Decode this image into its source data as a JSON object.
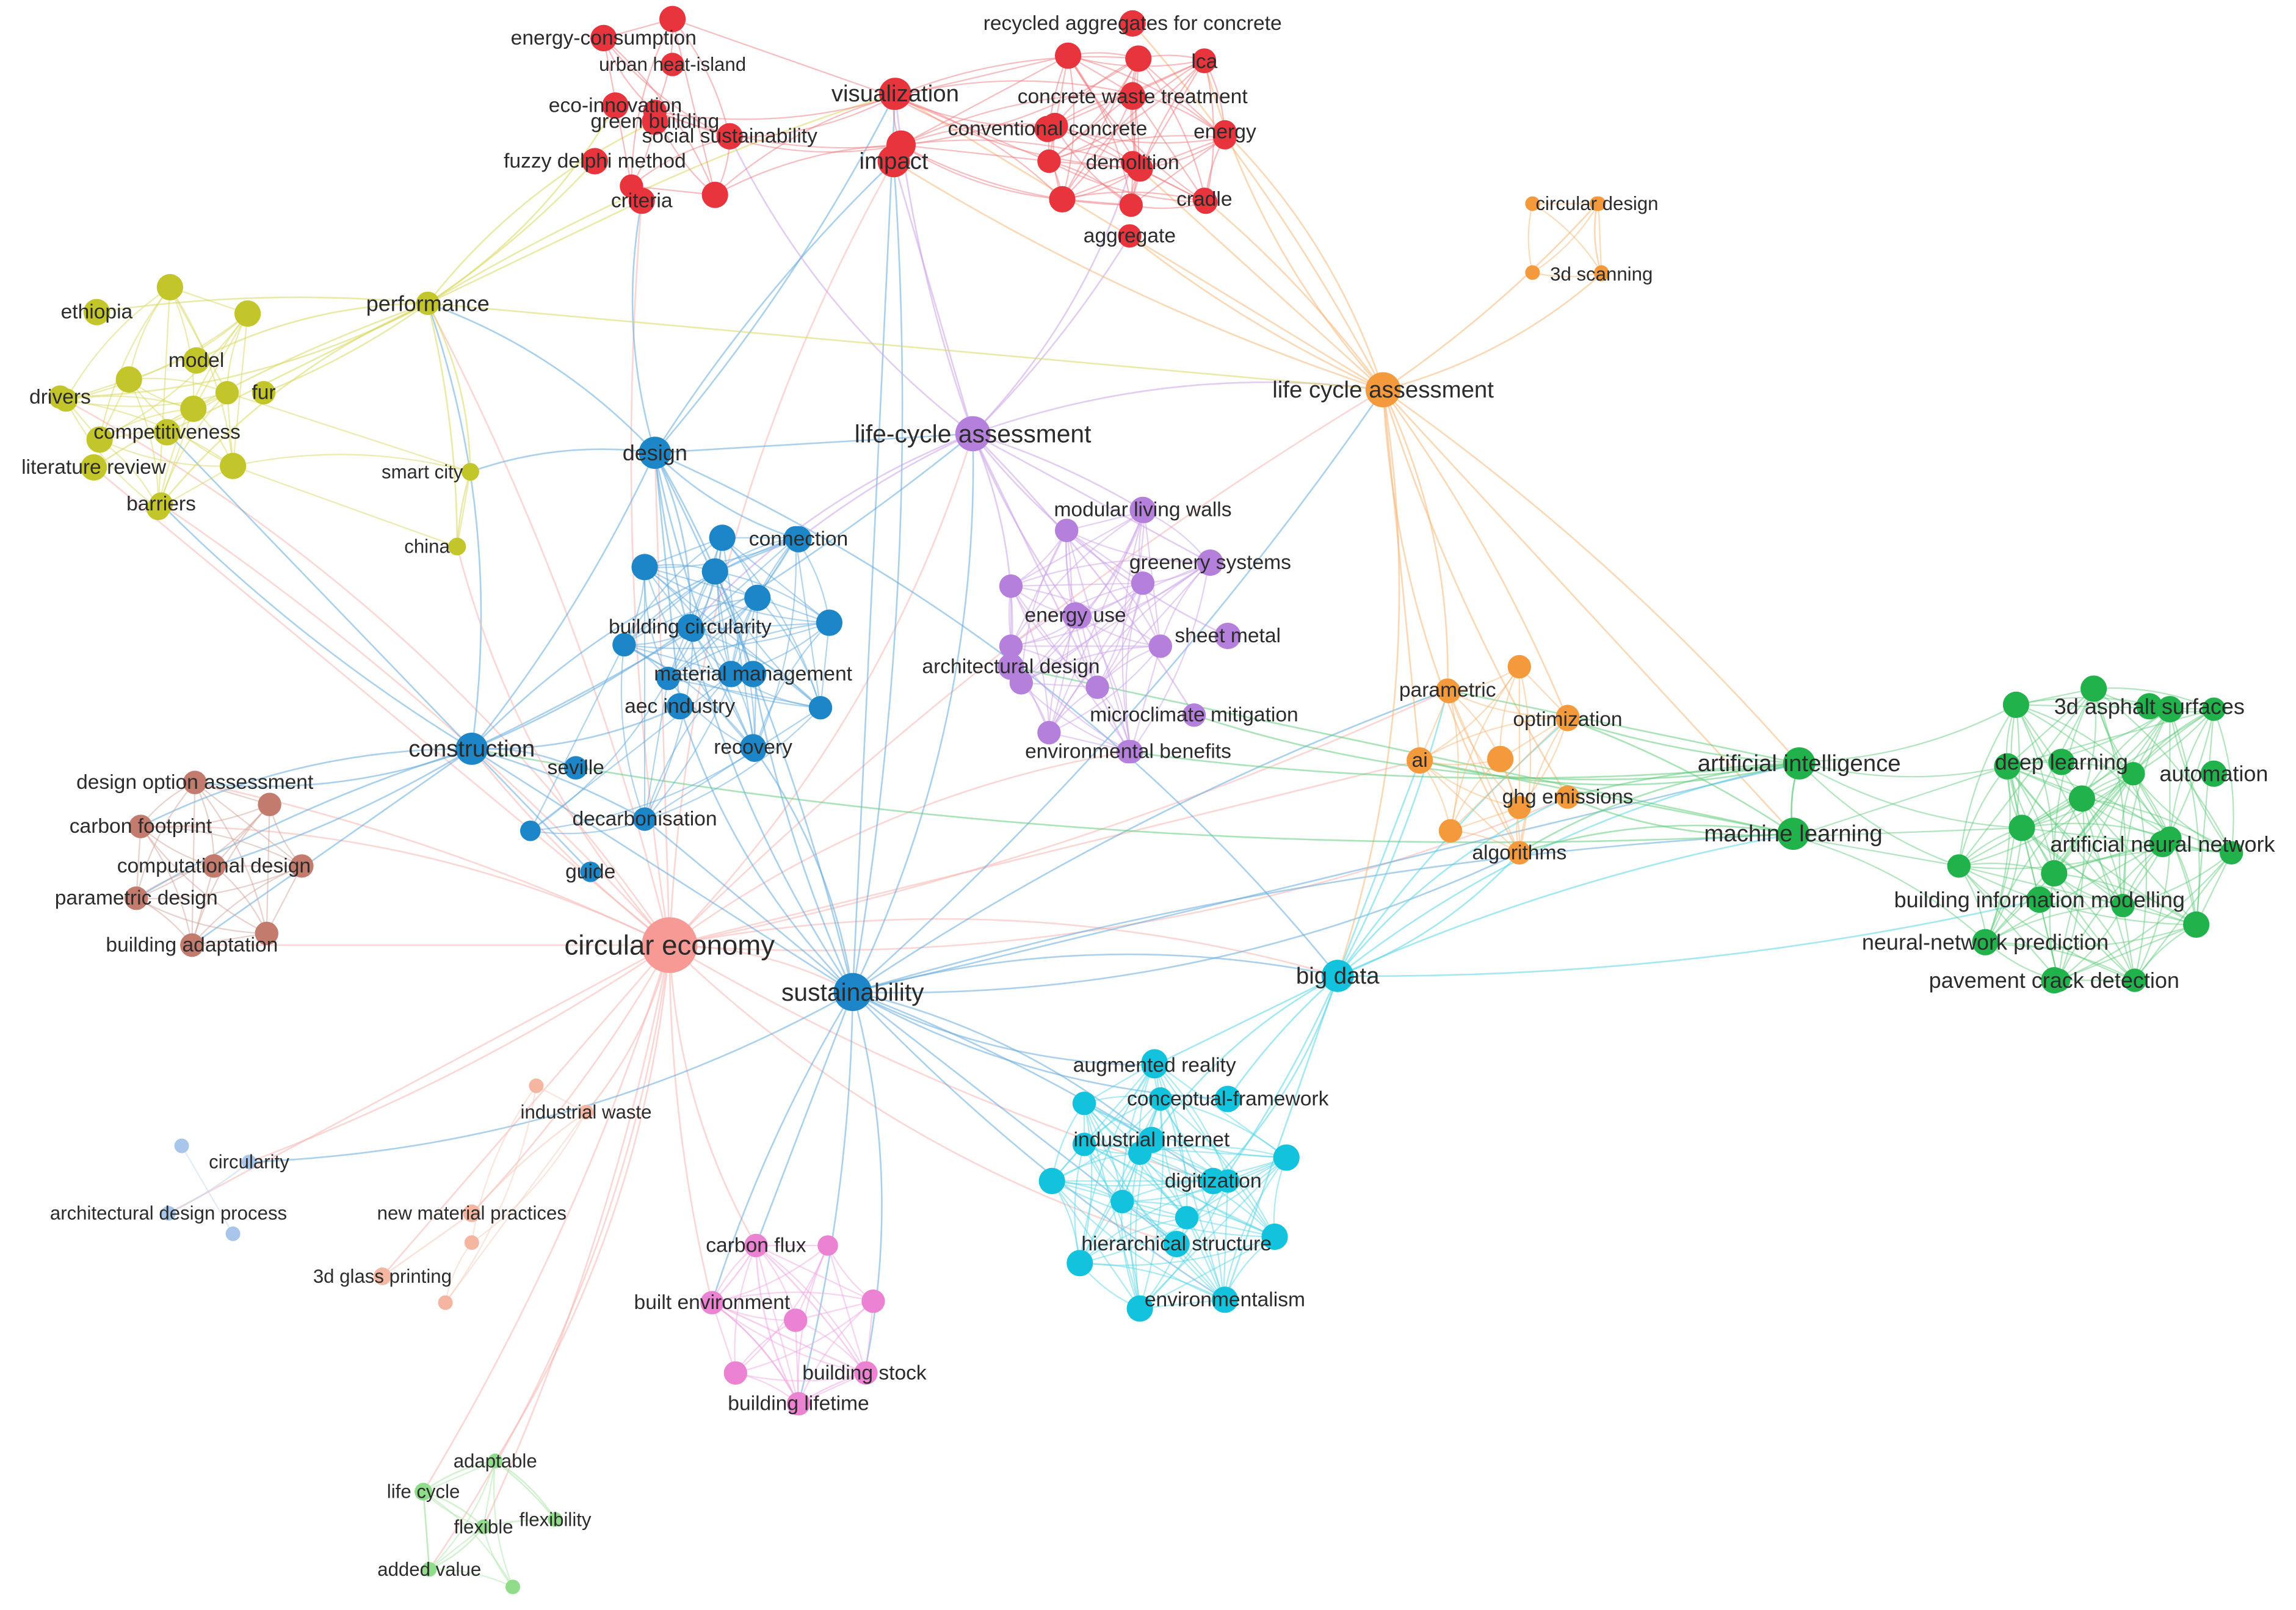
{
  "clusters": {
    "red": {
      "color": "#e8343d",
      "edge_color": "#f07a7f"
    },
    "yellow": {
      "color": "#c3c62a",
      "edge_color": "#d8d860"
    },
    "blue": {
      "color": "#1c86c8",
      "edge_color": "#62a9dd"
    },
    "purple": {
      "color": "#b57fdc",
      "edge_color": "#cba2e8"
    },
    "orange": {
      "color": "#f59a3c",
      "edge_color": "#f7b777"
    },
    "green": {
      "color": "#22b24c",
      "edge_color": "#62cc7e"
    },
    "cyan": {
      "color": "#13c3dd",
      "edge_color": "#58d6e6"
    },
    "brown": {
      "color": "#c27b6d",
      "edge_color": "#d2a399"
    },
    "salmon": {
      "color": "#f79994",
      "edge_color": "#f8b4b0"
    },
    "pink": {
      "color": "#ec82d2",
      "edge_color": "#f0a8e0"
    },
    "lightblue": {
      "color": "#a8c6ea",
      "edge_color": "#c3d7f0"
    },
    "lightgreen": {
      "color": "#8fdc8b",
      "edge_color": "#aee6aa"
    },
    "peach": {
      "color": "#f4b6a0",
      "edge_color": "#f6cbbb"
    }
  },
  "nodes": [
    {
      "id": "energy-consumption",
      "label": "energy-consumption",
      "cluster": "red"
    },
    {
      "id": "urban-heat-island",
      "label": "urban heat-island",
      "cluster": "red"
    },
    {
      "id": "eco-innovation",
      "label": "eco-innovation",
      "cluster": "red"
    },
    {
      "id": "green-building",
      "label": "green building",
      "cluster": "red"
    },
    {
      "id": "social-sustainability",
      "label": "social sustainability",
      "cluster": "red"
    },
    {
      "id": "fuzzy-delphi-method",
      "label": "fuzzy delphi method",
      "cluster": "red"
    },
    {
      "id": "criteria",
      "label": "criteria",
      "cluster": "red"
    },
    {
      "id": "visualization",
      "label": "visualization",
      "cluster": "red"
    },
    {
      "id": "impact",
      "label": "impact",
      "cluster": "red"
    },
    {
      "id": "recycled-aggregates",
      "label": "recycled aggregates for concrete",
      "cluster": "red"
    },
    {
      "id": "lca",
      "label": "lca",
      "cluster": "red"
    },
    {
      "id": "concrete-waste-treatment",
      "label": "concrete waste treatment",
      "cluster": "red"
    },
    {
      "id": "conventional-concrete",
      "label": "conventional concrete",
      "cluster": "red"
    },
    {
      "id": "energy",
      "label": "energy",
      "cluster": "red"
    },
    {
      "id": "demolition",
      "label": "demolition",
      "cluster": "red"
    },
    {
      "id": "cradle",
      "label": "cradle",
      "cluster": "red"
    },
    {
      "id": "aggregate",
      "label": "aggregate",
      "cluster": "red"
    },
    {
      "id": "performance",
      "label": "performance",
      "cluster": "yellow"
    },
    {
      "id": "ethiopia",
      "label": "ethiopia",
      "cluster": "yellow"
    },
    {
      "id": "model",
      "label": "model",
      "cluster": "yellow"
    },
    {
      "id": "drivers",
      "label": "drivers",
      "cluster": "yellow"
    },
    {
      "id": "fur",
      "label": "fur",
      "cluster": "yellow"
    },
    {
      "id": "competitiveness",
      "label": "competitiveness",
      "cluster": "yellow"
    },
    {
      "id": "literature-review",
      "label": "literature review",
      "cluster": "yellow"
    },
    {
      "id": "barriers",
      "label": "barriers",
      "cluster": "yellow"
    },
    {
      "id": "smart-city",
      "label": "smart city",
      "cluster": "yellow"
    },
    {
      "id": "china",
      "label": "china",
      "cluster": "yellow"
    },
    {
      "id": "design",
      "label": "design",
      "cluster": "blue"
    },
    {
      "id": "connection",
      "label": "connection",
      "cluster": "blue"
    },
    {
      "id": "building-circularity",
      "label": "building circularity",
      "cluster": "blue"
    },
    {
      "id": "material-management",
      "label": "material management",
      "cluster": "blue"
    },
    {
      "id": "aec-industry",
      "label": "aec industry",
      "cluster": "blue"
    },
    {
      "id": "recovery",
      "label": "recovery",
      "cluster": "blue"
    },
    {
      "id": "construction",
      "label": "construction",
      "cluster": "blue"
    },
    {
      "id": "seville",
      "label": "seville",
      "cluster": "blue"
    },
    {
      "id": "decarbonisation",
      "label": "decarbonisation",
      "cluster": "blue"
    },
    {
      "id": "guide",
      "label": "guide",
      "cluster": "blue"
    },
    {
      "id": "sustainability",
      "label": "sustainability",
      "cluster": "blue"
    },
    {
      "id": "life-cycle-assessment-purple",
      "label": "life-cycle assessment",
      "cluster": "purple"
    },
    {
      "id": "modular-living-walls",
      "label": "modular living walls",
      "cluster": "purple"
    },
    {
      "id": "greenery-systems",
      "label": "greenery systems",
      "cluster": "purple"
    },
    {
      "id": "energy-use",
      "label": "energy use",
      "cluster": "purple"
    },
    {
      "id": "sheet-metal",
      "label": "sheet metal",
      "cluster": "purple"
    },
    {
      "id": "architectural-design",
      "label": "architectural design",
      "cluster": "purple"
    },
    {
      "id": "microclimate-mitigation",
      "label": "microclimate mitigation",
      "cluster": "purple"
    },
    {
      "id": "environmental-benefits",
      "label": "environmental benefits",
      "cluster": "purple"
    },
    {
      "id": "life-cycle-assessment-orange",
      "label": "life cycle assessment",
      "cluster": "orange"
    },
    {
      "id": "circular-design",
      "label": "circular design",
      "cluster": "orange"
    },
    {
      "id": "3d-scanning",
      "label": "3d scanning",
      "cluster": "orange"
    },
    {
      "id": "parametric",
      "label": "parametric",
      "cluster": "orange"
    },
    {
      "id": "optimization",
      "label": "optimization",
      "cluster": "orange"
    },
    {
      "id": "ai",
      "label": "ai",
      "cluster": "orange"
    },
    {
      "id": "ghg-emissions",
      "label": "ghg emissions",
      "cluster": "orange"
    },
    {
      "id": "algorithms",
      "label": "algorithms",
      "cluster": "orange"
    },
    {
      "id": "artificial-intelligence",
      "label": "artificial intelligence",
      "cluster": "green"
    },
    {
      "id": "machine-learning",
      "label": "machine learning",
      "cluster": "green"
    },
    {
      "id": "3d-asphalt-surfaces",
      "label": "3d asphalt surfaces",
      "cluster": "green"
    },
    {
      "id": "deep-learning",
      "label": "deep learning",
      "cluster": "green"
    },
    {
      "id": "automation",
      "label": "automation",
      "cluster": "green"
    },
    {
      "id": "artificial-neural-network",
      "label": "artificial neural network",
      "cluster": "green"
    },
    {
      "id": "building-information-modelling",
      "label": "building information modelling",
      "cluster": "green"
    },
    {
      "id": "neural-network-prediction",
      "label": "neural-network prediction",
      "cluster": "green"
    },
    {
      "id": "pavement-crack-detection",
      "label": "pavement crack detection",
      "cluster": "green"
    },
    {
      "id": "big-data",
      "label": "big data",
      "cluster": "cyan"
    },
    {
      "id": "augmented-reality",
      "label": "augmented reality",
      "cluster": "cyan"
    },
    {
      "id": "conceptual-framework",
      "label": "conceptual-framework",
      "cluster": "cyan"
    },
    {
      "id": "industrial-internet",
      "label": "industrial internet",
      "cluster": "cyan"
    },
    {
      "id": "digitization",
      "label": "digitization",
      "cluster": "cyan"
    },
    {
      "id": "hierarchical-structure",
      "label": "hierarchical structure",
      "cluster": "cyan"
    },
    {
      "id": "environmentalism",
      "label": "environmentalism",
      "cluster": "cyan"
    },
    {
      "id": "design-option-assessment",
      "label": "design option assessment",
      "cluster": "brown"
    },
    {
      "id": "carbon-footprint",
      "label": "carbon footprint",
      "cluster": "brown"
    },
    {
      "id": "computational-design",
      "label": "computational design",
      "cluster": "brown"
    },
    {
      "id": "parametric-design",
      "label": "parametric design",
      "cluster": "brown"
    },
    {
      "id": "building-adaptation",
      "label": "building adaptation",
      "cluster": "brown"
    },
    {
      "id": "circular-economy",
      "label": "circular economy",
      "cluster": "salmon"
    },
    {
      "id": "industrial-waste",
      "label": "industrial waste",
      "cluster": "peach"
    },
    {
      "id": "new-material-practices",
      "label": "new material practices",
      "cluster": "peach"
    },
    {
      "id": "3d-glass-printing",
      "label": "3d glass printing",
      "cluster": "peach"
    },
    {
      "id": "circularity",
      "label": "circularity",
      "cluster": "lightblue"
    },
    {
      "id": "architectural-design-process",
      "label": "architectural design process",
      "cluster": "lightblue"
    },
    {
      "id": "carbon-flux",
      "label": "carbon flux",
      "cluster": "pink"
    },
    {
      "id": "built-environment",
      "label": "built environment",
      "cluster": "pink"
    },
    {
      "id": "building-stock",
      "label": "building stock",
      "cluster": "pink"
    },
    {
      "id": "building-lifetime",
      "label": "building lifetime",
      "cluster": "pink"
    },
    {
      "id": "adaptable",
      "label": "adaptable",
      "cluster": "lightgreen"
    },
    {
      "id": "life-cycle",
      "label": "life cycle",
      "cluster": "lightgreen"
    },
    {
      "id": "flexible",
      "label": "flexible",
      "cluster": "lightgreen"
    },
    {
      "id": "flexibility",
      "label": "flexibility",
      "cluster": "lightgreen"
    },
    {
      "id": "added-value",
      "label": "added value",
      "cluster": "lightgreen"
    }
  ]
}
